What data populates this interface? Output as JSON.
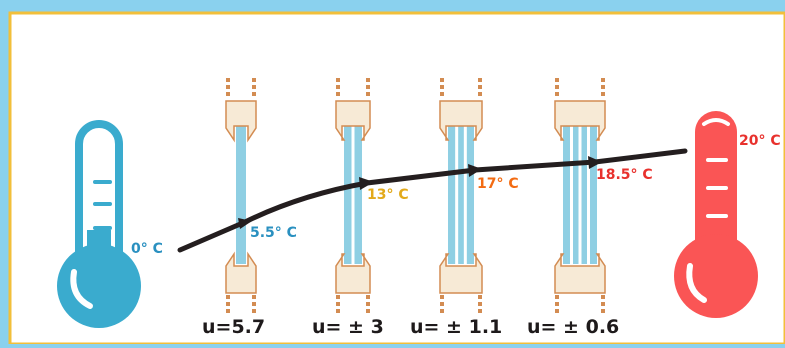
{
  "colors": {
    "sky": "#8ad1ee",
    "frame_border": "#f2bf3a",
    "card": "#ffffff",
    "cold": "#3aabce",
    "hot": "#fa5555",
    "glass": "#8fcfe3",
    "frame_fill": "#f7ead6",
    "frame_stroke": "#d38c52",
    "curve": "#241e1f",
    "label_blue": "#2a90c0",
    "label_yellow": "#e2a91a",
    "label_orange": "#f36b12",
    "label_red": "#e8312d"
  },
  "thermometers": {
    "cold": {
      "icon": "cold-thermometer-icon",
      "label": "0° C"
    },
    "hot": {
      "icon": "hot-thermometer-icon",
      "label": "20° C"
    }
  },
  "windows": [
    {
      "panes": 1,
      "temp_label": "5.5° C",
      "u_label": "u=5.7"
    },
    {
      "panes": 2,
      "temp_label": "13° C",
      "u_label": "u= ± 3"
    },
    {
      "panes": 3,
      "temp_label": "17° C",
      "u_label": "u= ± 1.1"
    },
    {
      "panes": 4,
      "temp_label": "18.5° C",
      "u_label": "u= ± 0.6"
    }
  ]
}
